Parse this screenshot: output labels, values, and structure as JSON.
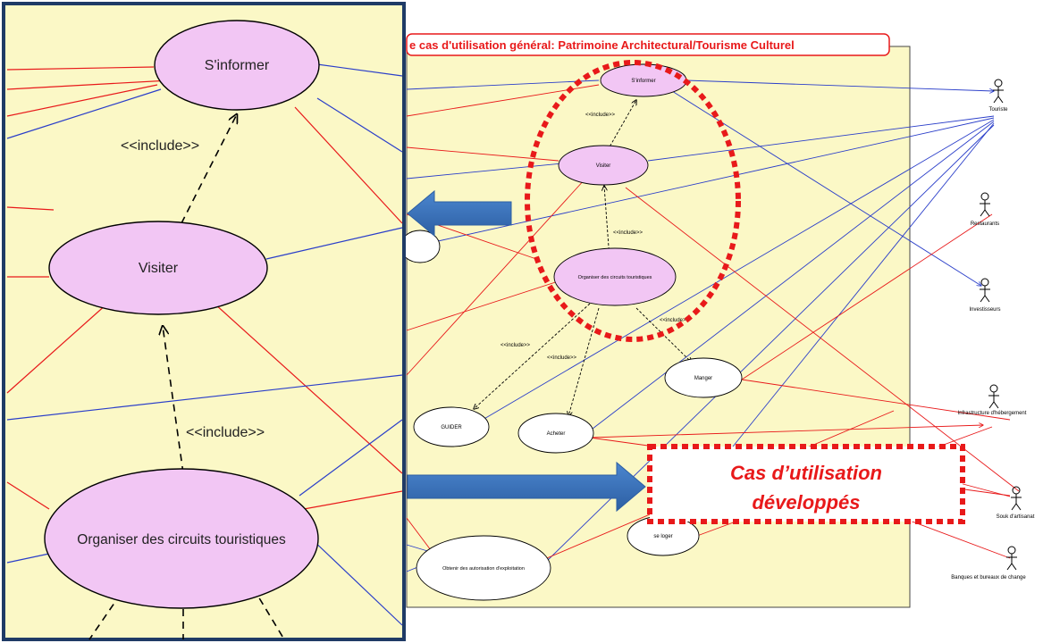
{
  "diagram_title": "e cas d'utilisation général:  Patrimoine Architectural/Tourisme Culturel",
  "callout": {
    "line1": "Cas d’utilisation",
    "line2": "développés"
  },
  "use_cases": {
    "sinformer": "S'informer",
    "visiter": "Visiter",
    "organiser": "Organiser des circuits touristiques",
    "guider": "GUIDER",
    "acheter": "Acheter",
    "manger": "Manger",
    "se_loger": "se loger",
    "obtenir": "Obtenir des autorisation d'exploitation"
  },
  "relations": {
    "include": "<<include>>"
  },
  "actors": {
    "touriste": "Touriste",
    "restaurants": "Restaurants",
    "investisseurs": "Investisseurs",
    "infrastructure": "Infrastructure d'hébergement",
    "souk": "Souk d'artisanat",
    "banques": "Banques et bureaux de change"
  },
  "colors": {
    "panel_bg": "#fbf8c6",
    "usecase_fill": "#f2c6f4",
    "assoc_red": "#e8191a",
    "assoc_blue": "#2a3ec9",
    "arrow_blue": "#3b72be",
    "zoom_border": "#1f3b66"
  }
}
